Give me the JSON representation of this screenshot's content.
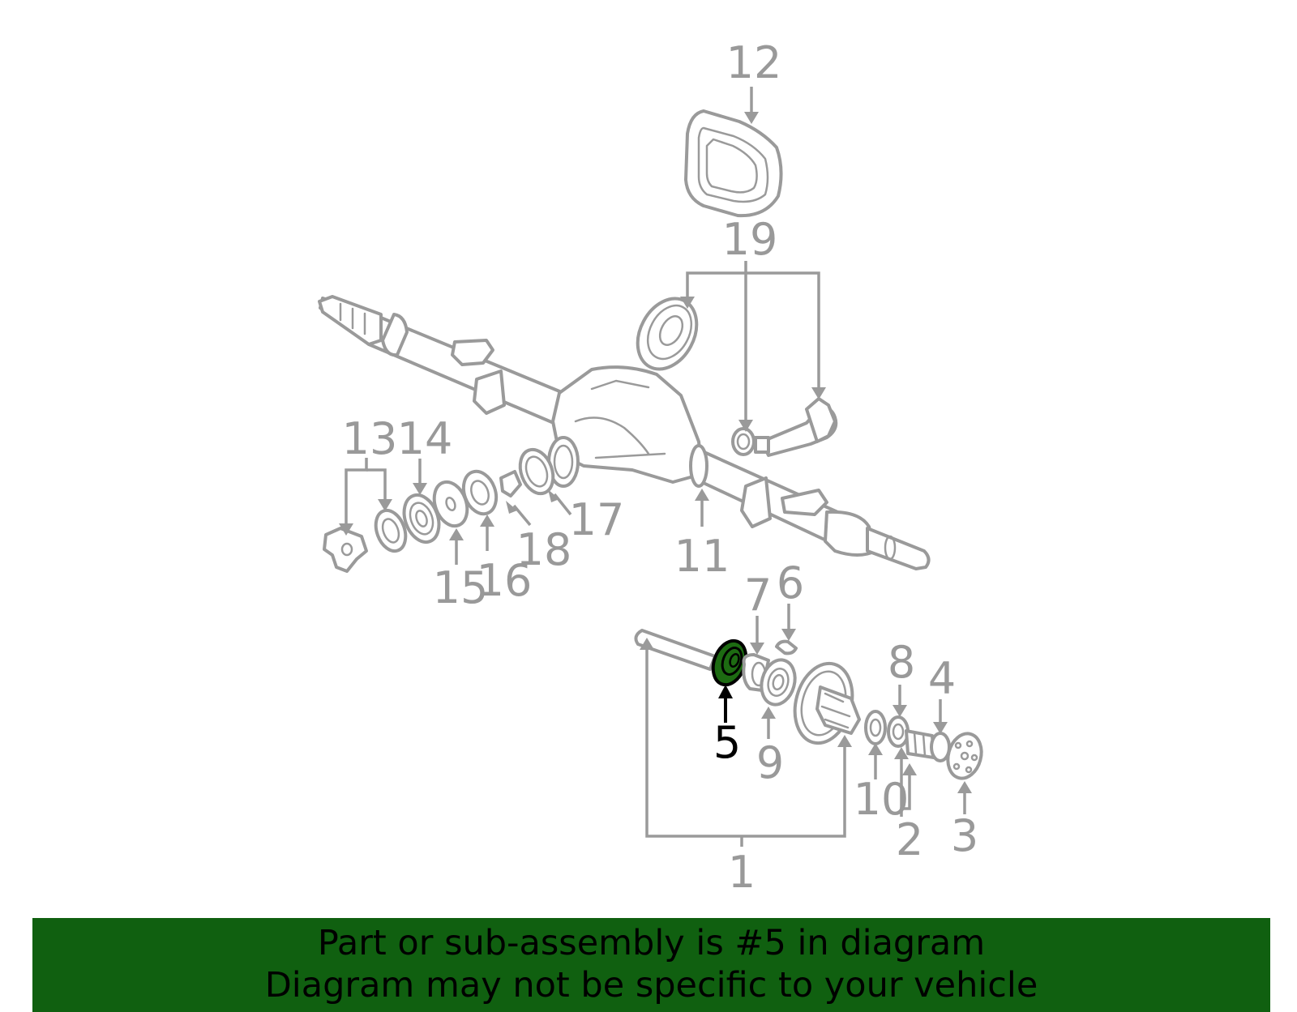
{
  "diagram": {
    "callouts": [
      {
        "id": "1",
        "label": "1"
      },
      {
        "id": "2",
        "label": "2"
      },
      {
        "id": "3",
        "label": "3"
      },
      {
        "id": "4",
        "label": "4"
      },
      {
        "id": "5",
        "label": "5",
        "highlighted": true
      },
      {
        "id": "6",
        "label": "6"
      },
      {
        "id": "7",
        "label": "7"
      },
      {
        "id": "8",
        "label": "8"
      },
      {
        "id": "9",
        "label": "9"
      },
      {
        "id": "10",
        "label": "10"
      },
      {
        "id": "11",
        "label": "11"
      },
      {
        "id": "12",
        "label": "12"
      },
      {
        "id": "13",
        "label": "13"
      },
      {
        "id": "14",
        "label": "14"
      },
      {
        "id": "15",
        "label": "15"
      },
      {
        "id": "16",
        "label": "16"
      },
      {
        "id": "17",
        "label": "17"
      },
      {
        "id": "18",
        "label": "18"
      },
      {
        "id": "19",
        "label": "19"
      }
    ],
    "colors": {
      "line_art": "#9a9a9a",
      "callout_text": "#999999",
      "highlight_fill": "#1d6b12",
      "highlight_text": "#000000",
      "banner_background": "#106010"
    }
  },
  "banner": {
    "line1": "Part or sub-assembly is #5 in diagram",
    "line2": "Diagram may not be specific to your vehicle"
  }
}
